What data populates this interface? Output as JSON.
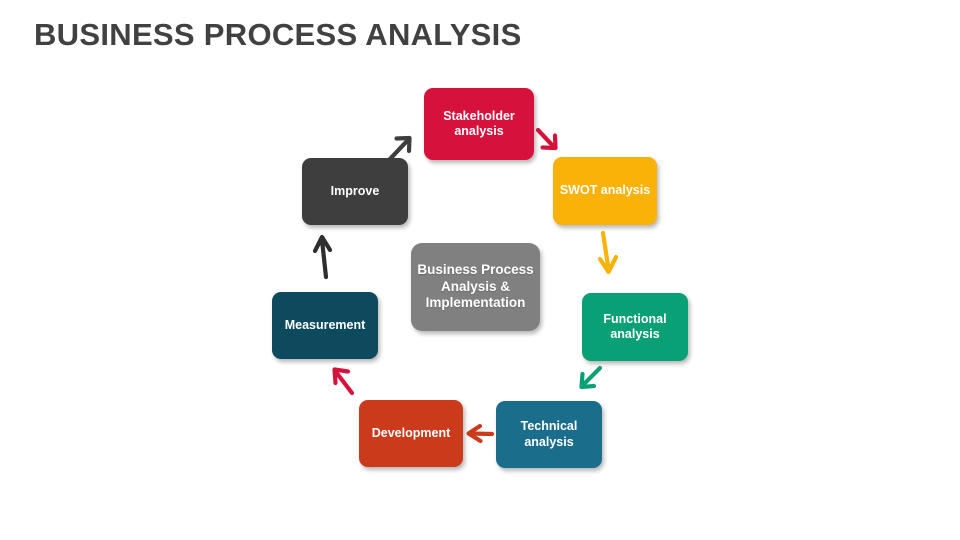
{
  "page": {
    "title": "BUSINESS PROCESS ANALYSIS",
    "background_color": "#FFFFFF",
    "title_color": "#414141"
  },
  "diagram": {
    "type": "cycle",
    "center": {
      "label": "Business Process\nAnalysis &\nImplementation",
      "color": "#808080"
    },
    "nodes": [
      {
        "id": "stakeholder-analysis",
        "label": "Stakeholder\nanalysis",
        "color": "#D6123C"
      },
      {
        "id": "swot-analysis",
        "label": "SWOT analysis",
        "color": "#F9B208"
      },
      {
        "id": "functional-analysis",
        "label": "Functional\nanalysis",
        "color": "#0AA076"
      },
      {
        "id": "technical-analysis",
        "label": "Technical\nanalysis",
        "color": "#1B6D8C"
      },
      {
        "id": "development",
        "label": "Development",
        "color": "#CB3A1A"
      },
      {
        "id": "measurement",
        "label": "Measurement",
        "color": "#0D4A5E"
      },
      {
        "id": "improve",
        "label": "Improve",
        "color": "#3E3E3E"
      }
    ],
    "arrows": [
      {
        "id": "arrow-stakeholder-to-swot",
        "from": "stakeholder-analysis",
        "to": "swot-analysis",
        "direction": "down-right",
        "color": "#D6123C"
      },
      {
        "id": "arrow-swot-to-functional",
        "from": "swot-analysis",
        "to": "functional-analysis",
        "direction": "down",
        "color": "#F9B208"
      },
      {
        "id": "arrow-functional-to-technical",
        "from": "functional-analysis",
        "to": "technical-analysis",
        "direction": "down-left",
        "color": "#0AA076"
      },
      {
        "id": "arrow-technical-to-development",
        "from": "technical-analysis",
        "to": "development",
        "direction": "left",
        "color": "#CB3A1A"
      },
      {
        "id": "arrow-development-to-measurement",
        "from": "development",
        "to": "measurement",
        "direction": "up-left",
        "color": "#D6123C"
      },
      {
        "id": "arrow-measurement-to-improve",
        "from": "measurement",
        "to": "improve",
        "direction": "up",
        "color": "#2E2E2E"
      },
      {
        "id": "arrow-improve-to-stakeholder",
        "from": "improve",
        "to": "stakeholder-analysis",
        "direction": "up-right",
        "color": "#3E3E3E"
      }
    ]
  }
}
